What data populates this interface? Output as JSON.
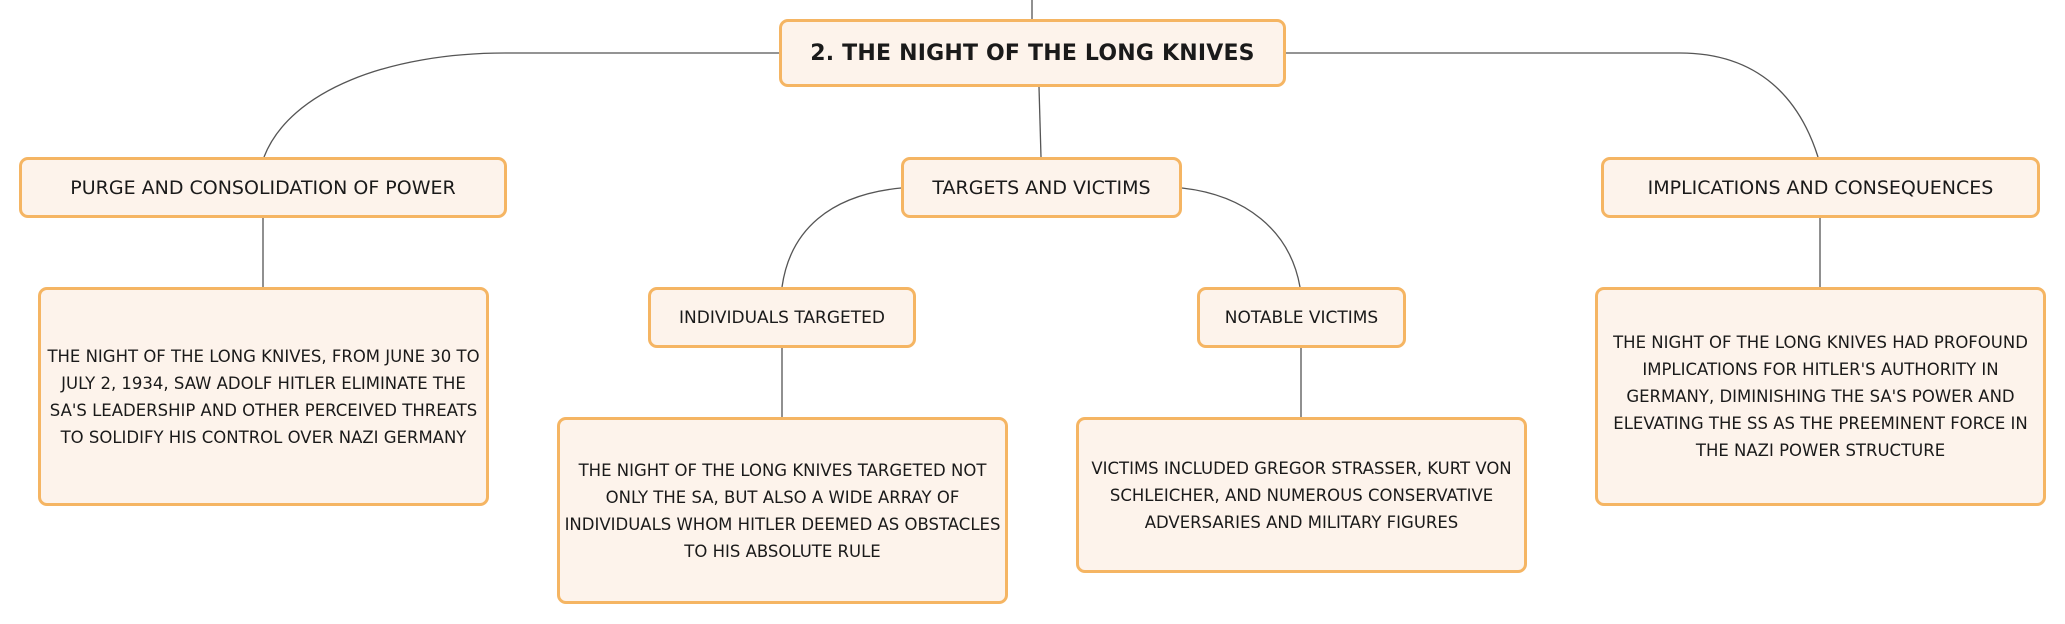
{
  "root": {
    "title": "2. THE NIGHT OF THE LONG KNIVES"
  },
  "branches": [
    {
      "label": "PURGE AND CONSOLIDATION OF POWER",
      "detail": "THE NIGHT OF THE LONG KNIVES, FROM JUNE 30 TO JULY 2, 1934, SAW ADOLF HITLER ELIMINATE THE SA'S LEADERSHIP AND OTHER PERCEIVED THREATS TO SOLIDIFY HIS CONTROL OVER NAZI GERMANY"
    },
    {
      "label": "TARGETS AND VICTIMS",
      "children": [
        {
          "label": "INDIVIDUALS TARGETED",
          "detail": "THE NIGHT OF THE LONG KNIVES TARGETED NOT ONLY THE SA, BUT ALSO A WIDE ARRAY OF INDIVIDUALS WHOM HITLER DEEMED AS OBSTACLES TO HIS ABSOLUTE RULE"
        },
        {
          "label": "NOTABLE VICTIMS",
          "detail": "VICTIMS INCLUDED GREGOR STRASSER, KURT VON SCHLEICHER, AND NUMEROUS CONSERVATIVE ADVERSARIES AND MILITARY FIGURES"
        }
      ]
    },
    {
      "label": "IMPLICATIONS AND CONSEQUENCES",
      "detail": "THE NIGHT OF THE LONG KNIVES HAD PROFOUND IMPLICATIONS FOR HITLER'S AUTHORITY IN GERMANY, DIMINISHING THE SA'S POWER AND ELEVATING THE SS AS THE PREEMINENT FORCE IN THE NAZI POWER STRUCTURE"
    }
  ],
  "colors": {
    "node_fill": "#fdf3eb",
    "node_border": "#f5b563",
    "connector": "#555555",
    "text": "#1a1a1a"
  }
}
